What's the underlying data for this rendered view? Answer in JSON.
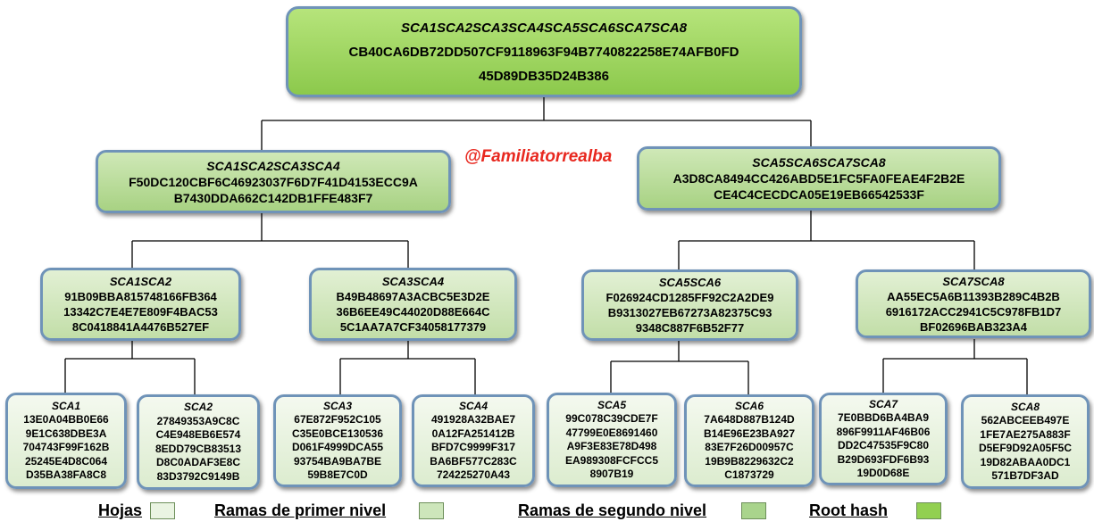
{
  "watermark": "@Familiatorrealba",
  "root": {
    "title": "SCA1SCA2SCA3SCA4SCA5SCA6SCA7SCA8",
    "lines": [
      "CB40CA6DB72DD507CF9118963F94B7740822258E74AFB0FD",
      "45D89DB35D24B386"
    ]
  },
  "level2": [
    {
      "title": "SCA1SCA2SCA3SCA4",
      "lines": [
        "F50DC120CBF6C46923037F6D7F41D4153ECC9A",
        "B7430DDA662C142DB1FFE483F7"
      ]
    },
    {
      "title": "SCA5SCA6SCA7SCA8",
      "lines": [
        "A3D8CA8494CC426ABD5E1FC5FA0FEAE4F2B2E",
        "CE4C4CECDCA05E19EB66542533F"
      ]
    }
  ],
  "level1": [
    {
      "title": "SCA1SCA2",
      "lines": [
        "91B09BBA815748166FB364",
        "13342C7E4E7E809F4BAC53",
        "8C0418841A4476B527EF"
      ]
    },
    {
      "title": "SCA3SCA4",
      "lines": [
        "B49B48697A3ACBC5E3D2E",
        "36B6EE49C44020D88E664C",
        "5C1AA7A7CF34058177379"
      ]
    },
    {
      "title": "SCA5SCA6",
      "lines": [
        "F026924CD1285FF92C2A2DE9",
        "B9313027EB67273A82375C93",
        "9348C887F6B52F77"
      ]
    },
    {
      "title": "SCA7SCA8",
      "lines": [
        "AA55EC5A6B11393B289C4B2B",
        "6916172ACC2941C5C978FB1D7",
        "BF02696BAB323A4"
      ]
    }
  ],
  "leaves": [
    {
      "title": "SCA1",
      "lines": [
        "13E0A04BB0E66",
        "9E1C638DBE3A",
        "704743F99F162B",
        "25245E4D8C064",
        "D35BA38FA8C8"
      ]
    },
    {
      "title": "SCA2",
      "lines": [
        "27849353A9C8C",
        "C4E948EB6E574",
        "8EDD79CB83513",
        "D8C0ADAF3E8C",
        "83D3792C9149B"
      ]
    },
    {
      "title": "SCA3",
      "lines": [
        "67E872F952C105",
        "C35E0BCE130536",
        "D061F4999DCA55",
        "93754BA9BA7BE",
        "59B8E7C0D"
      ]
    },
    {
      "title": "SCA4",
      "lines": [
        "491928A32BAE7",
        "0A12FA251412B",
        "BFD7C9999F317",
        "BA6BF577C283C",
        "724225270A43"
      ]
    },
    {
      "title": "SCA5",
      "lines": [
        "99C078C39CDE7F",
        "47799E0E8691460",
        "A9F3E83E78D498",
        "EA989308FCFCC5",
        "8907B19"
      ]
    },
    {
      "title": "SCA6",
      "lines": [
        "7A648D887B124D",
        "B14E96E23BA927",
        "83E7F26D00957C",
        "19B9B8229632C2",
        "C1873729"
      ]
    },
    {
      "title": "SCA7",
      "lines": [
        "7E0BBD6BA4BA9",
        "896F9911AF46B06",
        "DD2C47535F9C80",
        "B29D693FDF6B93",
        "19D0D68E"
      ]
    },
    {
      "title": "SCA8",
      "lines": [
        "562ABCEEB497E",
        "1FE7AE275A883F",
        "D5EF9D92A05F5C",
        "19D82ABAA0DC1",
        "571B7DF3AD"
      ]
    }
  ],
  "legend": [
    {
      "label": "Hojas",
      "color": "#eaf4e2"
    },
    {
      "label": "Ramas de primer nivel",
      "color": "#cde6bb"
    },
    {
      "label": "Ramas de segundo nivel",
      "color": "#a9d48c"
    },
    {
      "label": "Root hash",
      "color": "#92d050"
    }
  ]
}
